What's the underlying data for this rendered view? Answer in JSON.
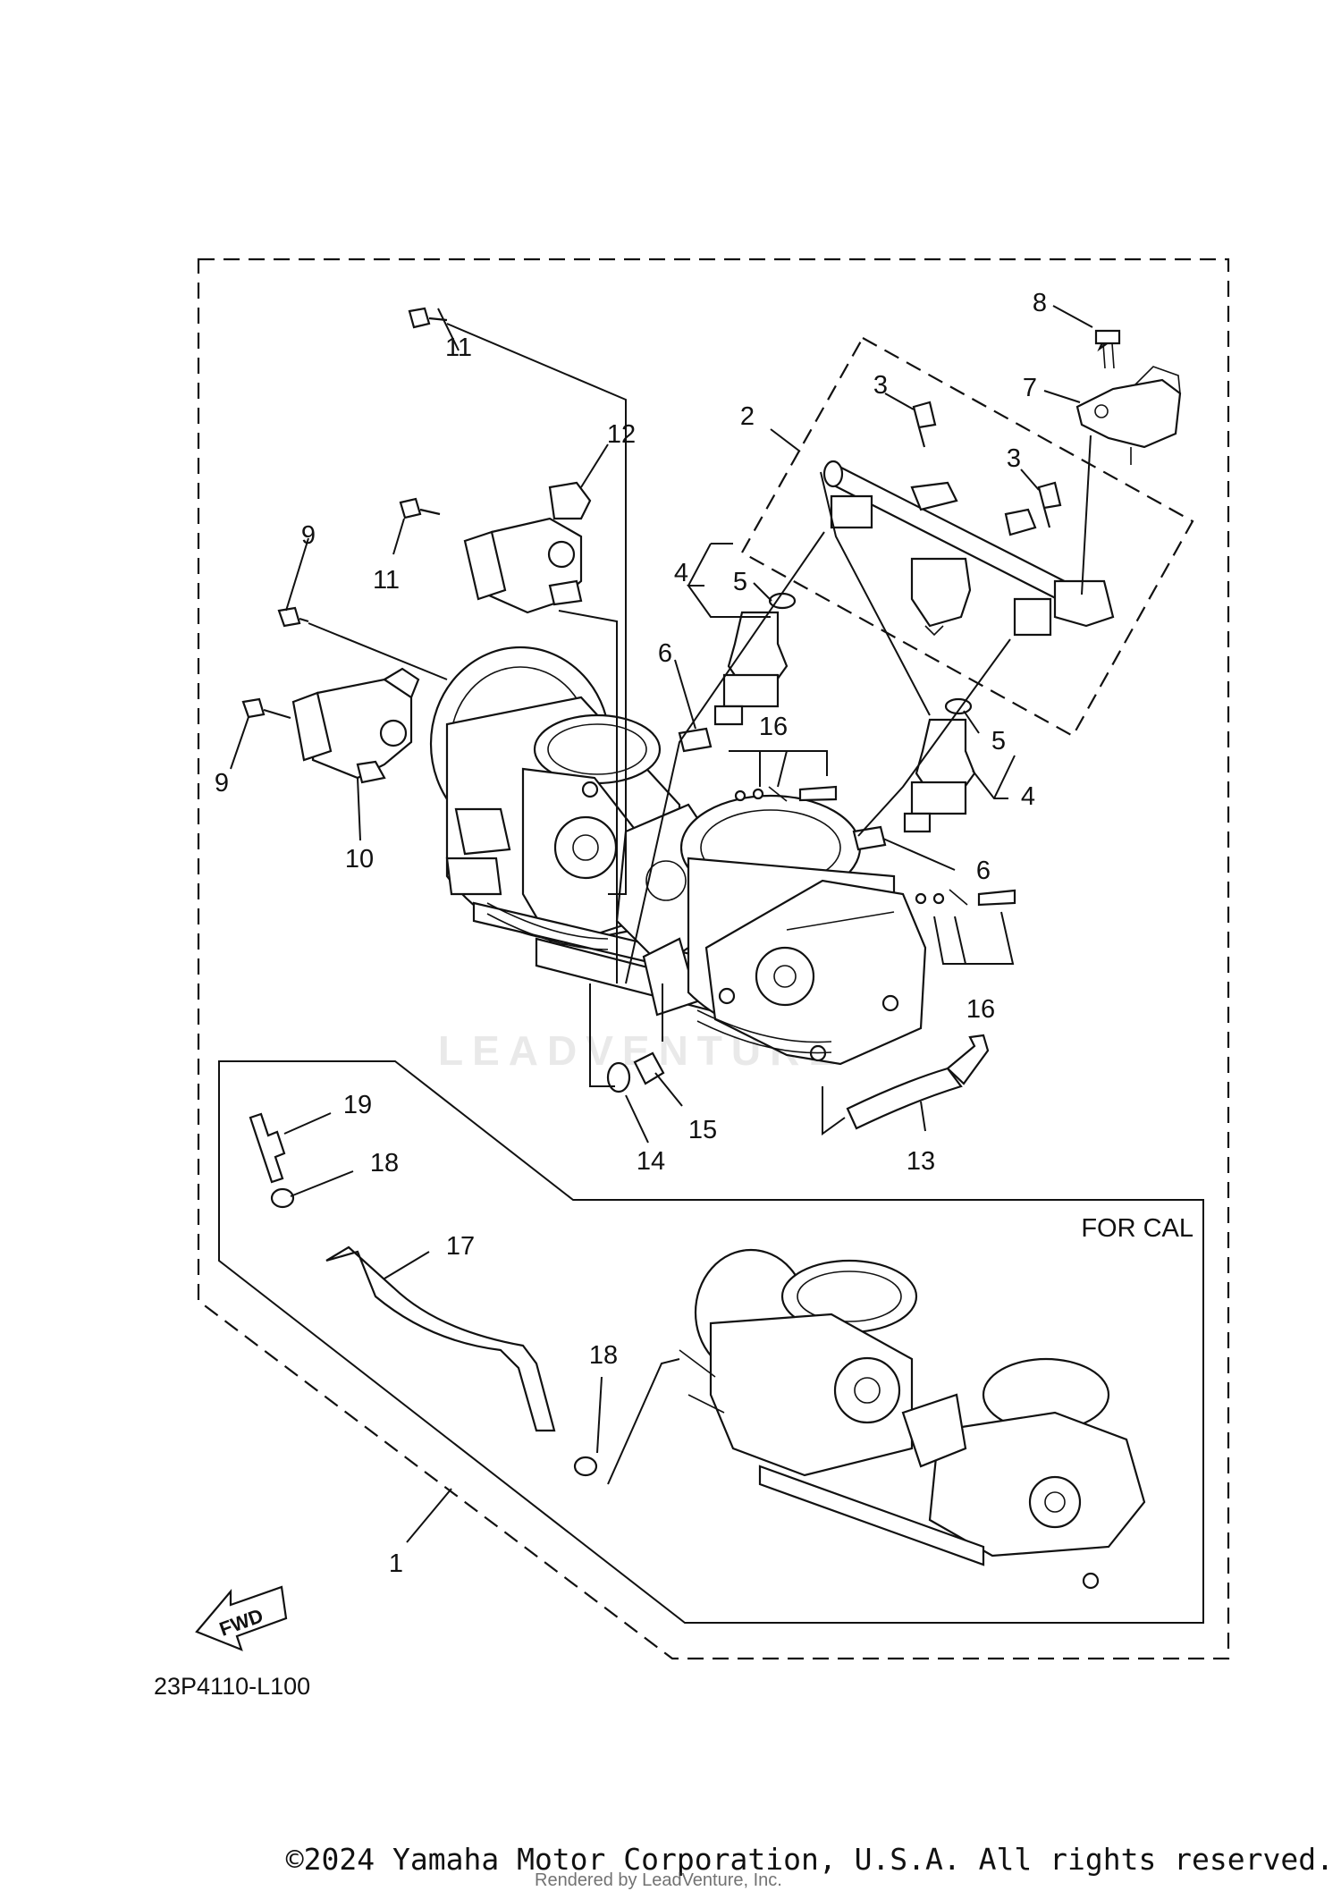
{
  "diagram": {
    "drawing_code": "23P4110-L100",
    "variant_label": "FOR CAL",
    "fwd_label": "FWD",
    "watermark": "LEADVENTURE",
    "callouts": [
      {
        "id": "c1",
        "text": "1"
      },
      {
        "id": "c2",
        "text": "2"
      },
      {
        "id": "c3a",
        "text": "3"
      },
      {
        "id": "c3b",
        "text": "3"
      },
      {
        "id": "c4a",
        "text": "4"
      },
      {
        "id": "c4b",
        "text": "4"
      },
      {
        "id": "c5a",
        "text": "5"
      },
      {
        "id": "c5b",
        "text": "5"
      },
      {
        "id": "c6a",
        "text": "6"
      },
      {
        "id": "c6b",
        "text": "6"
      },
      {
        "id": "c7",
        "text": "7"
      },
      {
        "id": "c8",
        "text": "8"
      },
      {
        "id": "c9a",
        "text": "9"
      },
      {
        "id": "c9b",
        "text": "9"
      },
      {
        "id": "c10",
        "text": "10"
      },
      {
        "id": "c11a",
        "text": "11"
      },
      {
        "id": "c11b",
        "text": "11"
      },
      {
        "id": "c12",
        "text": "12"
      },
      {
        "id": "c13",
        "text": "13"
      },
      {
        "id": "c14",
        "text": "14"
      },
      {
        "id": "c15",
        "text": "15"
      },
      {
        "id": "c16a",
        "text": "16"
      },
      {
        "id": "c16b",
        "text": "16"
      },
      {
        "id": "c17",
        "text": "17"
      },
      {
        "id": "c18a",
        "text": "18"
      },
      {
        "id": "c18b",
        "text": "18"
      },
      {
        "id": "c19",
        "text": "19"
      }
    ]
  },
  "footer": {
    "copyright": "©2024 Yamaha Motor Corporation, U.S.A. All rights reserved.",
    "rendered_by": "Rendered by LeadVenture, Inc."
  }
}
